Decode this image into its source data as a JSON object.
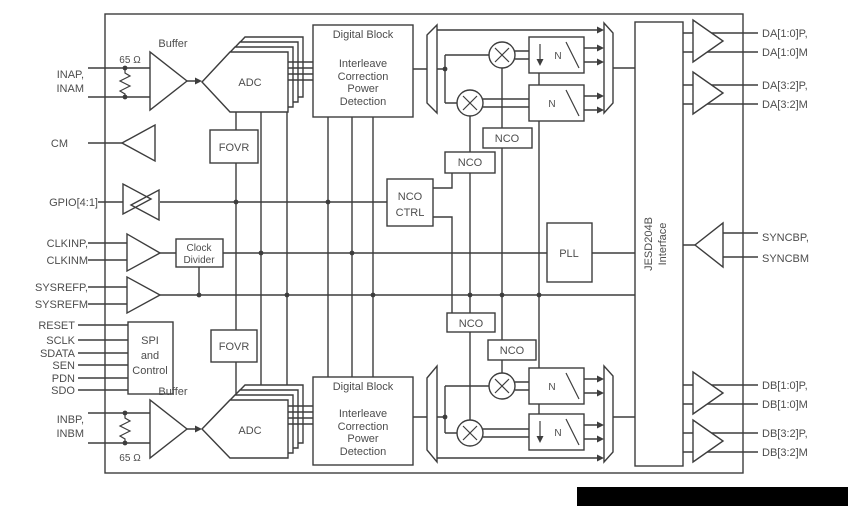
{
  "diagram": {
    "pins_left": {
      "inap": "INAP,",
      "inam": "INAM",
      "cm": "CM",
      "gpio": "GPIO[4:1]",
      "clkinp": "CLKINP,",
      "clkinm": "CLKINM",
      "sysrefp": "SYSREFP,",
      "sysrefm": "SYSREFM",
      "reset": "RESET",
      "sclk": "SCLK",
      "sdata": "SDATA",
      "sen": "SEN",
      "pdn": "PDN",
      "sdo": "SDO",
      "inbp": "INBP,",
      "inbm": "INBM"
    },
    "pins_right": {
      "da10p": "DA[1:0]P,",
      "da10m": "DA[1:0]M",
      "da32p": "DA[3:2]P,",
      "da32m": "DA[3:2]M",
      "syncbp": "SYNCBP,",
      "syncbm": "SYNCBM",
      "db10p": "DB[1:0]P,",
      "db10m": "DB[1:0]M",
      "db32p": "DB[3:2]P,",
      "db32m": "DB[3:2]M"
    },
    "blocks": {
      "buffer": "Buffer",
      "resistor": "65 Ω",
      "adc": "ADC",
      "fovr": "FOVR",
      "digital_block": [
        "Digital Block",
        "Interleave",
        "Correction",
        "Power",
        "Detection"
      ],
      "nco": "NCO",
      "nco_ctrl": [
        "NCO",
        "CTRL"
      ],
      "clock_divider": [
        "Clock",
        "Divider"
      ],
      "spi": [
        "SPI",
        "and",
        "Control"
      ],
      "pll": "PLL",
      "jesd": [
        "JESD204B",
        "Interface"
      ],
      "decimation_n": "N"
    }
  }
}
